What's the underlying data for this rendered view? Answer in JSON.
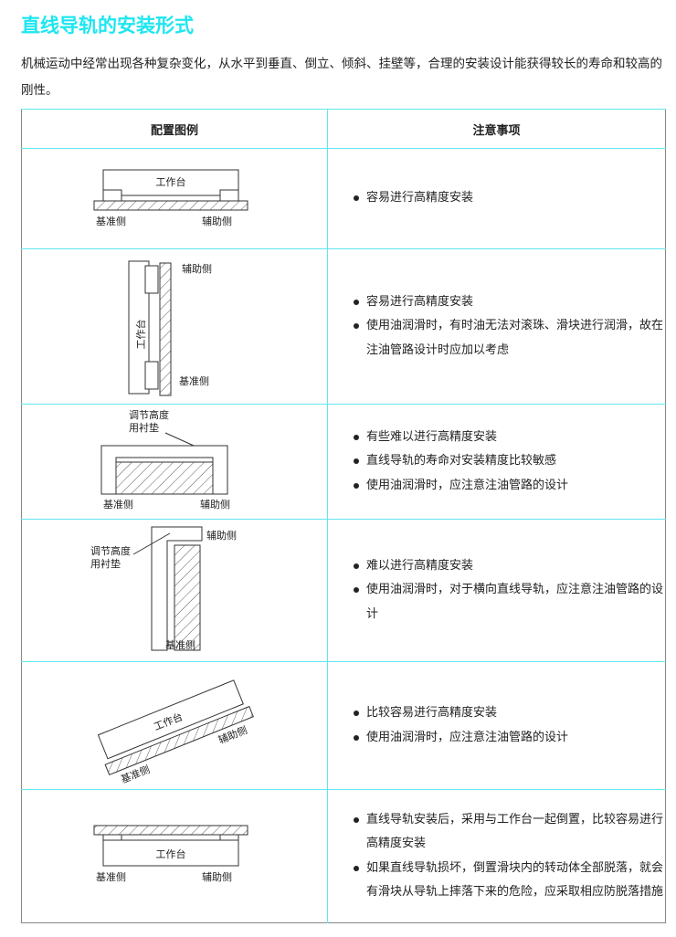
{
  "title": "直线导轨的安装形式",
  "intro": "机械运动中经常出现各种复杂变化，从水平到垂直、倒立、倾斜、挂壁等，合理的安装设计能获得较长的寿命和较高的刚性。",
  "table": {
    "headers": [
      "配置图例",
      "注意事项"
    ],
    "rows": [
      {
        "labels": {
          "table": "工作台",
          "ref": "基准侧",
          "aux": "辅助侧"
        },
        "notes": [
          "容易进行高精度安装"
        ]
      },
      {
        "labels": {
          "table": "工作台",
          "ref": "基准侧",
          "aux": "辅助侧"
        },
        "notes": [
          "容易进行高精度安装",
          "使用油润滑时，有时油无法对滚珠、滑块进行润滑，故在注油管路设计时应加以考虑"
        ]
      },
      {
        "labels": {
          "shim": "调节高度",
          "shim2": "用衬垫",
          "ref": "基准侧",
          "aux": "辅助侧"
        },
        "notes": [
          "有些难以进行高精度安装",
          "直线导轨的寿命对安装精度比较敏感",
          "使用油润滑时，应注意注油管路的设计"
        ]
      },
      {
        "labels": {
          "shim": "调节高度",
          "shim2": "用衬垫",
          "ref": "基准侧",
          "aux": "辅助侧"
        },
        "notes": [
          "难以进行高精度安装",
          "使用油润滑时，对于横向直线导轨，应注意注油管路的设计"
        ]
      },
      {
        "labels": {
          "table": "工作台",
          "ref": "基准侧",
          "aux": "辅助侧"
        },
        "notes": [
          "比较容易进行高精度安装",
          "使用油润滑时，应注意注油管路的设计"
        ]
      },
      {
        "labels": {
          "table": "工作台",
          "ref": "基准侧",
          "aux": "辅助侧"
        },
        "notes": [
          "直线导轨安装后，采用与工作台一起倒置，比较容易进行高精度安装",
          "如果直线导轨损坏，倒置滑块内的转动体全部脱落，就会有滑块从导轨上摔落下来的危险，应采取相应防脱落措施"
        ]
      }
    ]
  }
}
